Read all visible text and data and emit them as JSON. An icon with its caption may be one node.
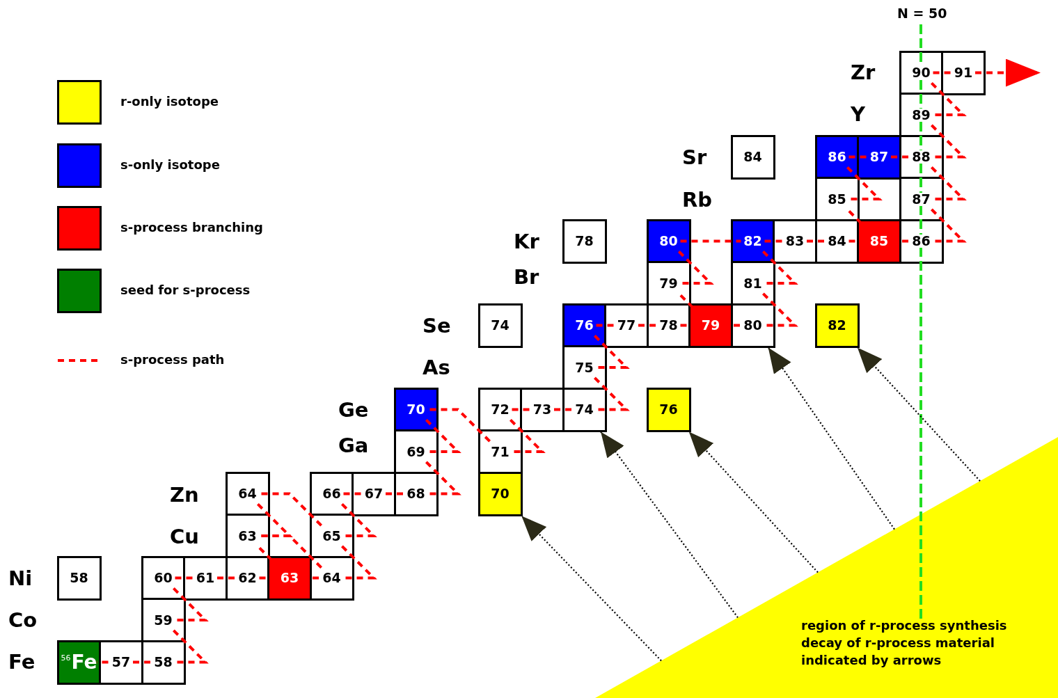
{
  "diagram": {
    "nodes": [
      {
        "text": [
          "90"
        ]
      },
      {
        "text": [
          "91"
        ]
      },
      {
        "text": [
          "89"
        ]
      },
      {
        "text": [
          "84"
        ]
      },
      {
        "text": [
          "86"
        ]
      },
      {
        "text": [
          "87"
        ]
      },
      {
        "text": [
          "88"
        ]
      },
      {
        "text": [
          "85"
        ]
      },
      {
        "text": [
          "87"
        ]
      },
      {
        "text": [
          "78"
        ]
      },
      {
        "text": [
          "80"
        ]
      },
      {
        "text": [
          "82"
        ]
      },
      {
        "text": [
          "83"
        ]
      },
      {
        "text": [
          "84"
        ]
      },
      {
        "text": [
          "85"
        ]
      },
      {
        "text": [
          "86"
        ]
      },
      {
        "text": [
          "79"
        ]
      },
      {
        "text": [
          "81"
        ]
      },
      {
        "text": [
          "74"
        ]
      },
      {
        "text": [
          "76"
        ]
      },
      {
        "text": [
          "77"
        ]
      },
      {
        "text": [
          "78"
        ]
      },
      {
        "text": [
          "79"
        ]
      },
      {
        "text": [
          "80"
        ]
      },
      {
        "text": [
          "82"
        ]
      },
      {
        "text": [
          "75"
        ]
      },
      {
        "text": [
          "70"
        ]
      },
      {
        "text": [
          "72"
        ]
      },
      {
        "text": [
          "73"
        ]
      },
      {
        "text": [
          "74"
        ]
      },
      {
        "text": [
          "76"
        ]
      },
      {
        "text": [
          "69"
        ]
      },
      {
        "text": [
          "71"
        ]
      },
      {
        "text": [
          "64"
        ]
      },
      {
        "text": [
          "66"
        ]
      },
      {
        "text": [
          "67"
        ]
      },
      {
        "text": [
          "68"
        ]
      },
      {
        "text": [
          "70"
        ]
      },
      {
        "text": [
          "63"
        ]
      },
      {
        "text": [
          "65"
        ]
      },
      {
        "text": [
          "58"
        ]
      },
      {
        "text": [
          "60"
        ]
      },
      {
        "text": [
          "61"
        ]
      },
      {
        "text": [
          "62"
        ]
      },
      {
        "text": [
          "63"
        ]
      },
      {
        "text": [
          "64"
        ]
      },
      {
        "text": [
          "59"
        ]
      },
      {
        "text": [
          "$^{56}$Fe"
        ]
      },
      {
        "text": [
          "57"
        ]
      },
      {
        "text": [
          "58"
        ]
      },
      {
        "text": [
          "region of r-process synthesis",
          "decay of r-process material indicated by arrows"
        ]
      }
    ],
    "edges": [
      {
        "from": 47,
        "to": 48,
        "arrow": "none",
        "style": "dashed"
      },
      {
        "from": 48,
        "to": 49,
        "arrow": "none",
        "style": "dashed"
      },
      {
        "from": 49,
        "to": 46,
        "arrow": "none",
        "style": "dashed"
      },
      {
        "from": 46,
        "to": 41,
        "arrow": "none",
        "style": "dashed"
      },
      {
        "from": 41,
        "to": 42,
        "arrow": "none",
        "style": "dashed"
      },
      {
        "from": 42,
        "to": 43,
        "arrow": "none",
        "style": "dashed"
      },
      {
        "from": 43,
        "to": 44,
        "arrow": "none",
        "style": "dashed"
      },
      {
        "from": 44,
        "to": 45,
        "arrow": "none",
        "style": "dashed"
      },
      {
        "from": 44,
        "to": 38,
        "arrow": "none",
        "style": "dashed"
      },
      {
        "from": 38,
        "to": 33,
        "arrow": "none",
        "style": "dashed"
      },
      {
        "from": 38,
        "to": 45,
        "arrow": "none",
        "style": "dashed"
      },
      {
        "from": 33,
        "to": 39,
        "arrow": "none",
        "style": "dashed"
      },
      {
        "from": 45,
        "to": 39,
        "arrow": "none",
        "style": "dashed"
      },
      {
        "from": 39,
        "to": 34,
        "arrow": "none",
        "style": "dashed"
      },
      {
        "from": 34,
        "to": 35,
        "arrow": "none",
        "style": "dashed"
      },
      {
        "from": 35,
        "to": 36,
        "arrow": "none",
        "style": "dashed"
      },
      {
        "from": 36,
        "to": 31,
        "arrow": "none",
        "style": "dashed"
      },
      {
        "from": 31,
        "to": 26,
        "arrow": "none",
        "style": "dashed"
      },
      {
        "from": 26,
        "to": 32,
        "arrow": "none",
        "style": "dashed"
      },
      {
        "from": 32,
        "to": 27,
        "arrow": "none",
        "style": "dashed"
      },
      {
        "from": 27,
        "to": 28,
        "arrow": "none",
        "style": "dashed"
      },
      {
        "from": 28,
        "to": 29,
        "arrow": "none",
        "style": "dashed"
      },
      {
        "from": 29,
        "to": 25,
        "arrow": "none",
        "style": "dashed"
      },
      {
        "from": 25,
        "to": 19,
        "arrow": "none",
        "style": "dashed"
      },
      {
        "from": 19,
        "to": 20,
        "arrow": "none",
        "style": "dashed"
      },
      {
        "from": 20,
        "to": 21,
        "arrow": "none",
        "style": "dashed"
      },
      {
        "from": 21,
        "to": 22,
        "arrow": "none",
        "style": "dashed"
      },
      {
        "from": 22,
        "to": 23,
        "arrow": "none",
        "style": "dashed"
      },
      {
        "from": 22,
        "to": 16,
        "arrow": "none",
        "style": "dashed"
      },
      {
        "from": 16,
        "to": 10,
        "arrow": "none",
        "style": "dashed"
      },
      {
        "from": 23,
        "to": 17,
        "arrow": "none",
        "style": "dashed"
      },
      {
        "from": 17,
        "to": 11,
        "arrow": "none",
        "style": "dashed"
      },
      {
        "from": 10,
        "to": 11,
        "arrow": "none",
        "style": "dashed"
      },
      {
        "from": 11,
        "to": 12,
        "arrow": "none",
        "style": "dashed"
      },
      {
        "from": 12,
        "to": 13,
        "arrow": "none",
        "style": "dashed"
      },
      {
        "from": 13,
        "to": 14,
        "arrow": "none",
        "style": "dashed"
      },
      {
        "from": 14,
        "to": 15,
        "arrow": "none",
        "style": "dashed"
      },
      {
        "from": 14,
        "to": 7,
        "arrow": "none",
        "style": "dashed"
      },
      {
        "from": 7,
        "to": 4,
        "arrow": "none",
        "style": "dashed"
      },
      {
        "from": 4,
        "to": 5,
        "arrow": "none",
        "style": "dashed"
      },
      {
        "from": 5,
        "to": 6,
        "arrow": "none",
        "style": "dashed"
      },
      {
        "from": 15,
        "to": 8,
        "arrow": "none",
        "style": "dashed"
      },
      {
        "from": 8,
        "to": 6,
        "arrow": "none",
        "style": "dashed"
      },
      {
        "from": 6,
        "to": 2,
        "arrow": "none",
        "style": "dashed"
      },
      {
        "from": 2,
        "to": 0,
        "arrow": "none",
        "style": "dashed"
      },
      {
        "from": 0,
        "to": 1,
        "arrow": "none",
        "style": "dashed"
      },
      {
        "from": 1,
        "to": null,
        "arrow": "to",
        "style": "dashed"
      },
      {
        "from": 50,
        "to": 37,
        "arrow": "to",
        "style": "dashed",
        "color": "#000000"
      },
      {
        "from": 50,
        "to": 29,
        "arrow": "to",
        "style": "dashed",
        "color": "#000000"
      },
      {
        "from": 50,
        "to": 30,
        "arrow": "to",
        "style": "dashed",
        "color": "#000000"
      },
      {
        "from": 50,
        "to": 23,
        "arrow": "to",
        "style": "dashed",
        "color": "#000000"
      },
      {
        "from": 50,
        "to": 24,
        "arrow": "to",
        "style": "dashed",
        "color": "#000000"
      }
    ],
    "labels": [
      "N = 50",
      "Zr",
      "Y",
      "Sr",
      "Rb",
      "Kr",
      "Br",
      "Se",
      "As",
      "Ge",
      "Ga",
      "Zn",
      "Cu",
      "Ni",
      "Co",
      "Fe"
    ],
    "legend": [
      {
        "text": "r-only isotope",
        "color": "#ffff00"
      },
      {
        "text": "s-only isotope",
        "color": "#0000ff"
      },
      {
        "text": "s-process branching",
        "color": "#ff0000"
      },
      {
        "text": "seed for s-process",
        "color": "#007f00"
      },
      {
        "text": "s-process path"
      }
    ]
  }
}
